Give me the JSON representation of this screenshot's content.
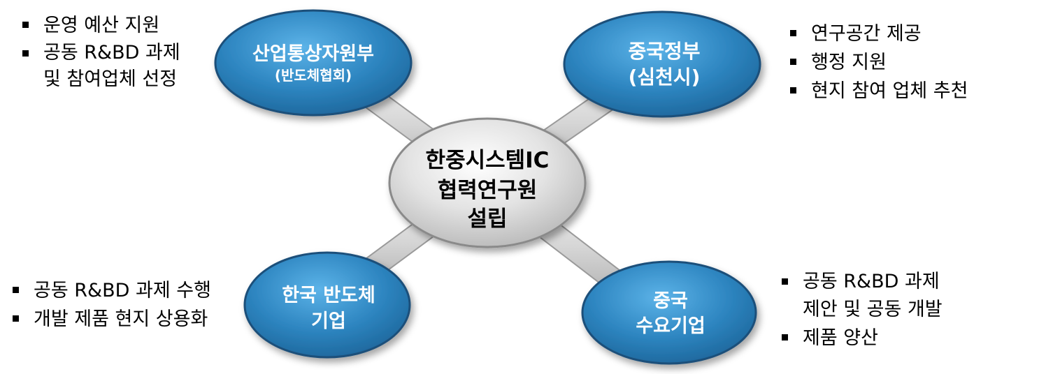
{
  "center": {
    "lines": [
      "한중시스템IC",
      "협력연구원",
      "설립"
    ]
  },
  "nodes": {
    "top_left": {
      "lines": [
        "산업통상자원부",
        "(반도체협회)"
      ]
    },
    "top_right": {
      "lines": [
        "중국정부",
        "(심천시)"
      ]
    },
    "bottom_left": {
      "lines": [
        "한국 반도체",
        "기업"
      ]
    },
    "bottom_right": {
      "lines": [
        "중국",
        "수요기업"
      ]
    }
  },
  "notes": {
    "top_left": [
      {
        "lines": [
          "운영 예산 지원"
        ]
      },
      {
        "lines": [
          "공동 R&BD 과제",
          "및 참여업체 선정"
        ]
      }
    ],
    "top_right": [
      {
        "lines": [
          "연구공간 제공"
        ]
      },
      {
        "lines": [
          "행정 지원"
        ]
      },
      {
        "lines": [
          "현지 참여 업체 추천"
        ]
      }
    ],
    "bottom_left": [
      {
        "lines": [
          "공동 R&BD 과제 수행"
        ]
      },
      {
        "lines": [
          "개발 제품 현지 상용화"
        ]
      }
    ],
    "bottom_right": [
      {
        "lines": [
          "공동 R&BD 과제",
          "제안 및 공동 개발"
        ]
      },
      {
        "lines": [
          "제품 양산"
        ]
      }
    ]
  },
  "colors": {
    "node_fill": "#2e86c1",
    "node_edge": "#1a4f7a",
    "center_fill": "#d9d9d9",
    "connector": "#d0d0d0"
  }
}
